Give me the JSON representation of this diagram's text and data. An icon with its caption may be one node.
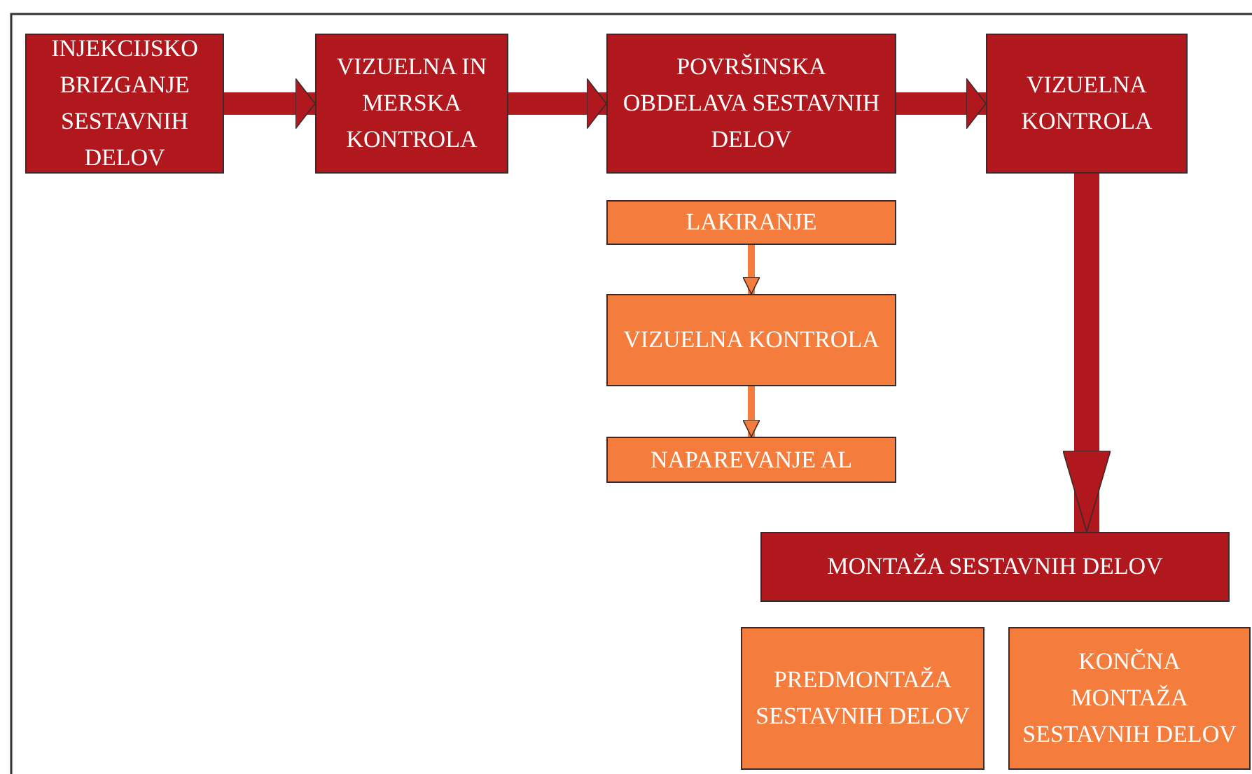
{
  "diagram": {
    "nodes": [
      {
        "text": [
          "INJEKCIJSKO BRIZGANJE SESTAVNIH DELOV"
        ]
      },
      {
        "text": [
          "VIZUELNA IN MERSKA KONTROLA"
        ]
      },
      {
        "text": [
          "POVRŠINSKA OBDELAVA SESTAVNIH DELOV"
        ]
      },
      {
        "text": [
          "VIZUELNA KONTROLA"
        ]
      },
      {
        "text": [
          "LAKIRANJE"
        ]
      },
      {
        "text": [
          "VIZUELNA KONTROLA"
        ]
      },
      {
        "text": [
          "NAPAREVANJE AL"
        ]
      },
      {
        "text": [
          "MONTAŽA SESTAVNIH DELOV"
        ]
      },
      {
        "text": [
          "PREDMONTAŽA SESTAVNIH DELOV"
        ]
      },
      {
        "text": [
          "KONČNA MONTAŽA SESTAVNIH DELOV"
        ]
      }
    ],
    "edges": [
      {
        "from": 0,
        "to": 1,
        "arrow": "to"
      },
      {
        "from": 1,
        "to": 2,
        "arrow": "to"
      },
      {
        "from": 2,
        "to": 3,
        "arrow": "to"
      },
      {
        "from": 4,
        "to": 5,
        "arrow": "to",
        "color": "#f47c3c"
      },
      {
        "from": 5,
        "to": 6,
        "arrow": "to",
        "color": "#f47c3c"
      },
      {
        "from": 3,
        "to": 7,
        "arrow": "to"
      }
    ]
  }
}
